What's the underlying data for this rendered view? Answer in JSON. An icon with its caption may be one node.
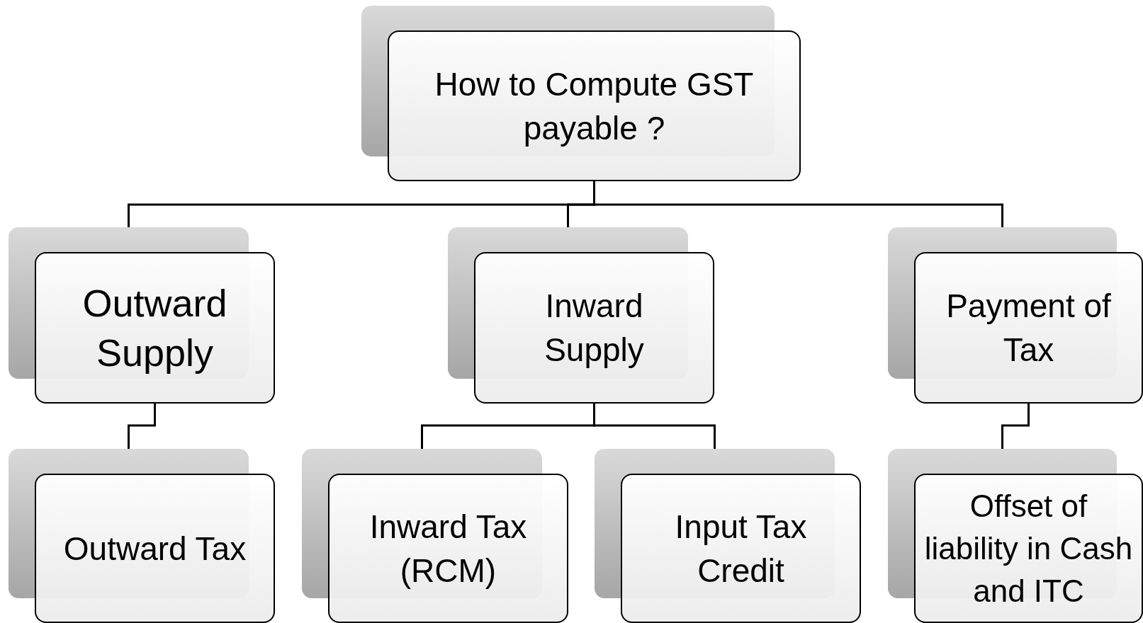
{
  "diagram": {
    "nodes": [
      {
        "text": [
          "How to Compute GST payable ?"
        ]
      },
      {
        "text": [
          "Outward Supply"
        ]
      },
      {
        "text": [
          "Inward Supply"
        ]
      },
      {
        "text": [
          "Payment of Tax"
        ]
      },
      {
        "text": [
          "Outward Tax"
        ]
      },
      {
        "text": [
          "Inward Tax (RCM)"
        ]
      },
      {
        "text": [
          "Input Tax Credit"
        ]
      },
      {
        "text": [
          "Offset of liability in Cash and ITC"
        ]
      }
    ],
    "edges": [
      {
        "from": 0,
        "to": 1,
        "arrow": "none"
      },
      {
        "from": 0,
        "to": 2,
        "arrow": "none"
      },
      {
        "from": 0,
        "to": 3,
        "arrow": "none"
      },
      {
        "from": 1,
        "to": 4,
        "arrow": "none"
      },
      {
        "from": 2,
        "to": 5,
        "arrow": "none"
      },
      {
        "from": 2,
        "to": 6,
        "arrow": "none"
      },
      {
        "from": 3,
        "to": 7,
        "arrow": "none"
      }
    ]
  }
}
